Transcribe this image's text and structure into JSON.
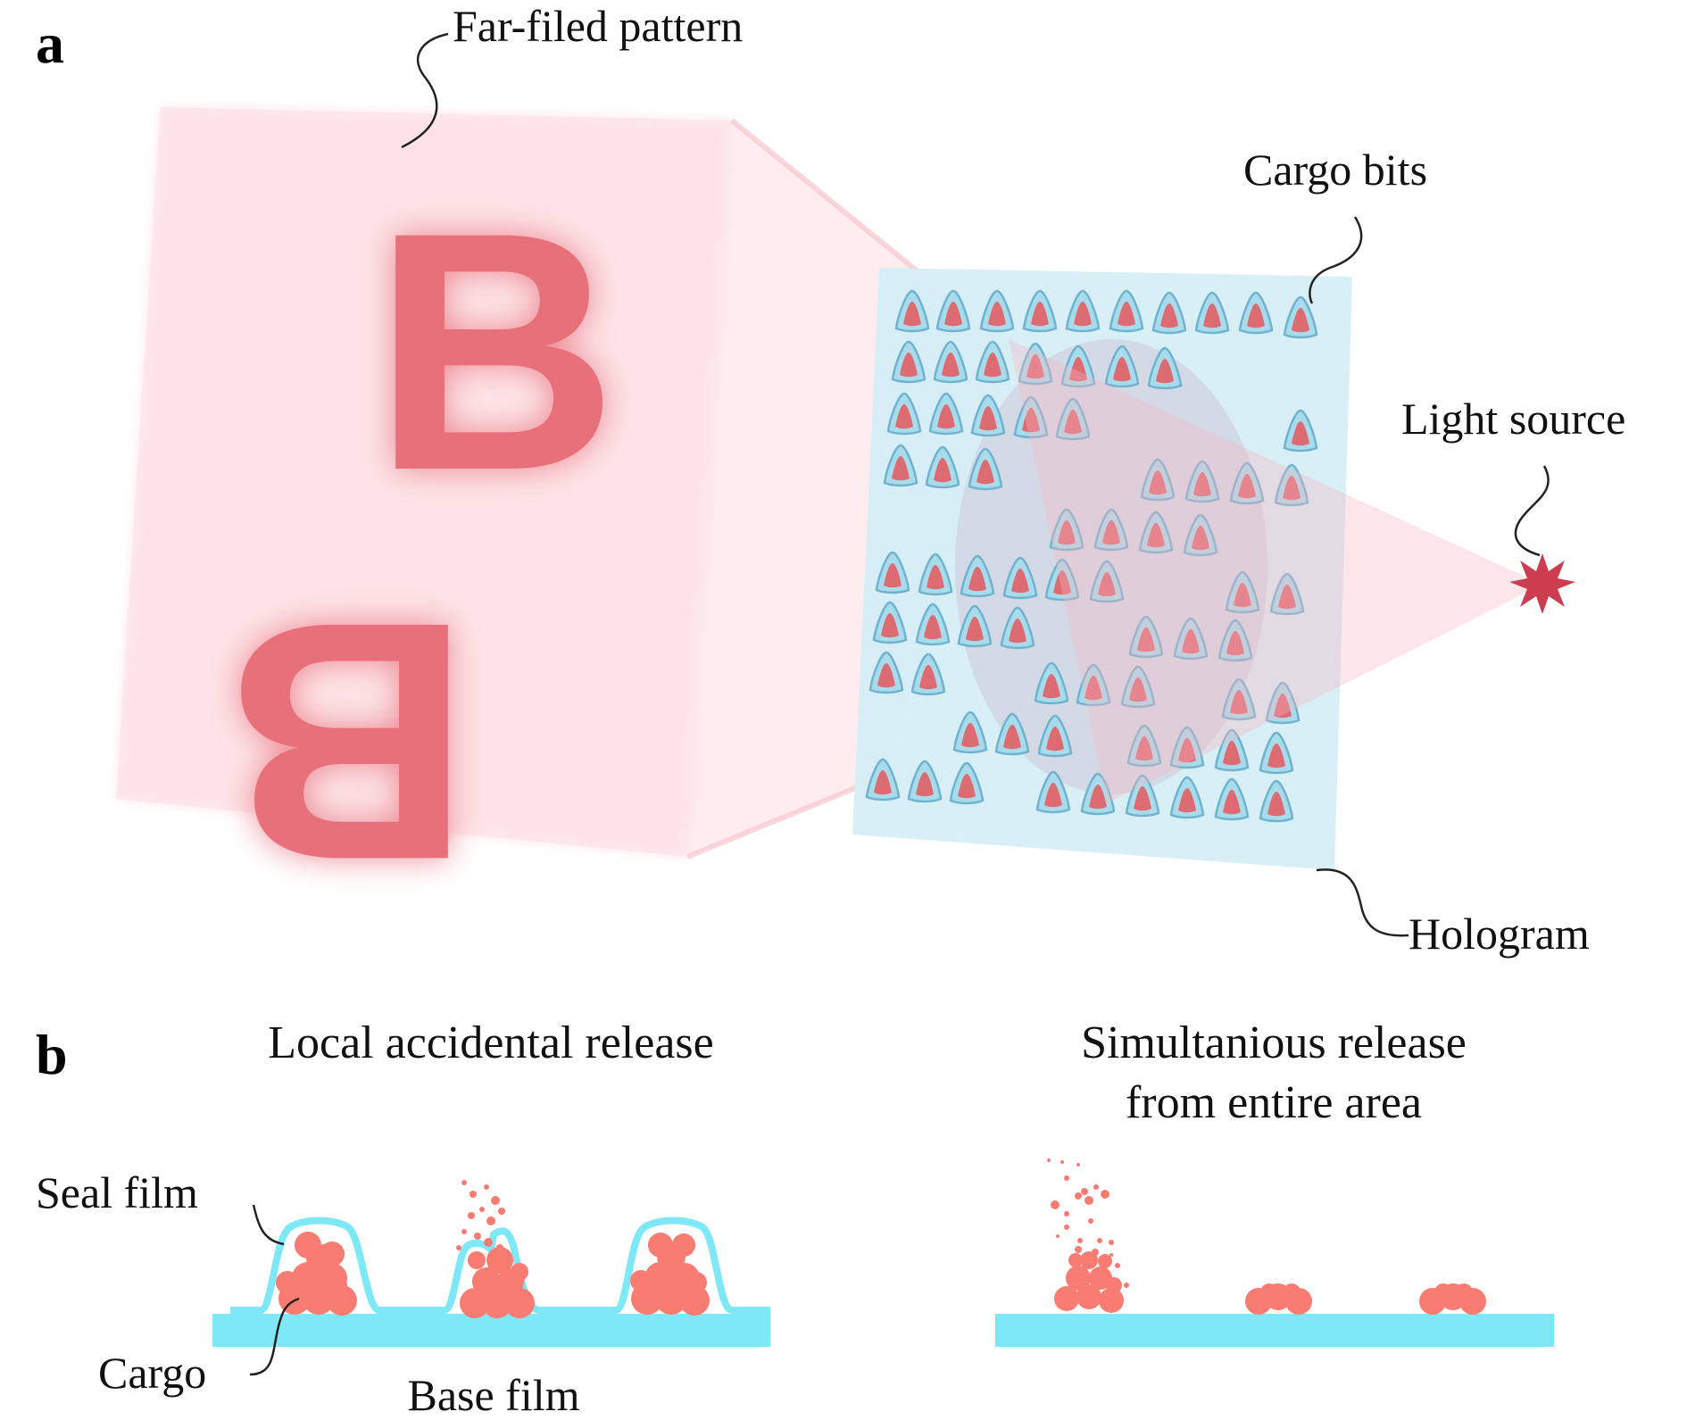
{
  "panel_a": {
    "letter": "a",
    "labels": {
      "far_field": "Far-filed pattern",
      "cargo_bits": "Cargo bits",
      "light_source": "Light source",
      "hologram": "Hologram"
    },
    "pattern_glyph": "B"
  },
  "panel_b": {
    "letter": "b",
    "left_title": "Local accidental release",
    "right_title_line1": "Simultanious release",
    "right_title_line2": "from entire area",
    "labels": {
      "seal_film": "Seal film",
      "cargo": "Cargo",
      "base_film": "Base film"
    }
  },
  "colors": {
    "pattern_red": "#e8707a",
    "cargo_salmon": "#f87c72",
    "seal_cyan": "#7fe8f6",
    "hologram_blue": "#d6eef5",
    "bit_outline": "#6fb3cf",
    "bit_fill": "#dd6b72",
    "light_source": "#cc3d4f",
    "beam_pink": "#fbd9dd"
  }
}
